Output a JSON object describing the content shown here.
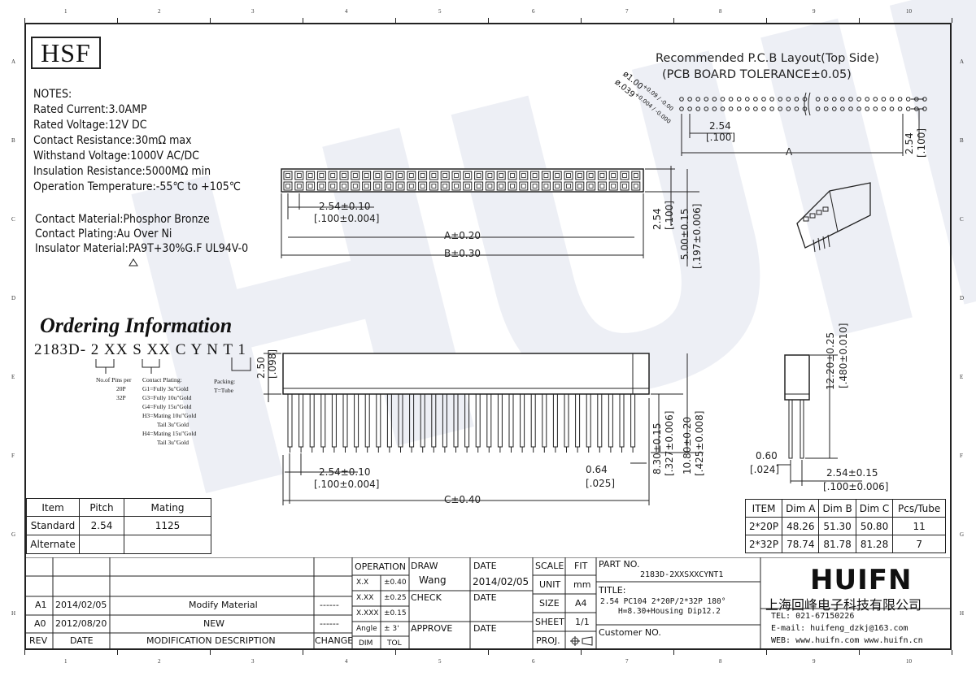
{
  "zones": {
    "numbers": [
      "1",
      "2",
      "3",
      "4",
      "5",
      "6",
      "7",
      "8",
      "9",
      "10"
    ],
    "letters": [
      "A",
      "B",
      "C",
      "D",
      "E",
      "F",
      "G",
      "H"
    ]
  },
  "brand_box": "HSF",
  "watermark": "HUIFN",
  "notes": [
    "NOTES:",
    "Rated Current:3.0AMP",
    "Rated Voltage:12V DC",
    "Contact Resistance:30mΩ  max",
    "Withstand Voltage:1000V AC/DC",
    "Insulation Resistance:5000MΩ  min",
    "Operation Temperature:-55℃  to  +105℃"
  ],
  "materials": [
    "Contact Material:Phosphor Bronze",
    "Contact Plating:Au Over Ni",
    "Insulator Material:PA9T+30%G.F  UL94V-0"
  ],
  "ordering": {
    "title": "Ordering Information",
    "code": "2183D- 2 XX S XX C Y N T 1",
    "pins_label": [
      "No.of Pins per",
      "20P",
      "32P"
    ],
    "plating_label": [
      "Contact Plating:",
      "G1=Fully 3u\"Gold",
      "G3=Fully 10u\"Gold",
      "G4=Fully 15u\"Gold",
      "H3=Mating 10u\"Gold",
      "Tail 3u\"Gold",
      "H4=Mating 15u\"Gold",
      "Tail 3u\"Gold"
    ],
    "packing_label": [
      "Packing:",
      "T=Tube"
    ]
  },
  "pcb": {
    "title": "Recommended P.C.B Layout(Top Side)",
    "subtitle": "(PCB BOARD TOLERANCE±0.05)",
    "hole1": "ø1.00",
    "hole1_tol": "+0.09 / -0.00",
    "hole2": "ø.039",
    "hole2_tol": "+0.004 / -0.000",
    "pitch": "2.54",
    "pitch_in": "[.100]",
    "dimA": "A",
    "row_pitch": "2.54",
    "row_pitch_in": "[.100]"
  },
  "top_view": {
    "pitch": "2.54±0.10",
    "pitch_in": "[.100±0.004]",
    "dimA": "A±0.20",
    "dimB": "B±0.30",
    "h1": "2.54",
    "h1_in": "[.100]",
    "h2": "5.00±0.15",
    "h2_in": "[.197±0.006]"
  },
  "front_view": {
    "housing_h": "2.50",
    "housing_h_in": "[.098]",
    "pitch": "2.54±0.10",
    "pitch_in": "[.100±0.004]",
    "pin_w": "0.64",
    "pin_w_in": "[.025]",
    "dimC": "C±0.40",
    "tail": "8.30±0.15",
    "tail_in": "[.327±0.006]",
    "total": "10.80±0.20",
    "total_in": "[.425±0.008]"
  },
  "side_view": {
    "height": "12.20±0.25",
    "height_in": "[.480±0.010]",
    "pin": "0.60",
    "pin_in": "[.024]",
    "pitch": "2.54±0.15",
    "pitch_in": "[.100±0.006]"
  },
  "pitch_table": {
    "headers": [
      "Item",
      "Pitch",
      "Mating"
    ],
    "rows": [
      [
        "Standard",
        "2.54",
        "1125"
      ],
      [
        "Alternate",
        "",
        ""
      ]
    ]
  },
  "dim_table": {
    "headers": [
      "ITEM",
      "Dim A",
      "Dim B",
      "Dim C",
      "Pcs/Tube"
    ],
    "rows": [
      [
        "2*20P",
        "48.26",
        "51.30",
        "50.80",
        "11"
      ],
      [
        "2*32P",
        "78.74",
        "81.78",
        "81.28",
        "7"
      ]
    ]
  },
  "revision": {
    "headers": [
      "REV",
      "DATE",
      "MODIFICATION  DESCRIPTION",
      "CHANGE"
    ],
    "rows": [
      [
        "A1",
        "2014/02/05",
        "Modify Material",
        "------"
      ],
      [
        "A0",
        "2012/08/20",
        "NEW",
        "------"
      ]
    ]
  },
  "title_block": {
    "operation": "OPERATION",
    "tolerances": [
      [
        "X.X",
        "±0.40"
      ],
      [
        "X.XX",
        "±0.25"
      ],
      [
        "X.XXX",
        "±0.15"
      ],
      [
        "Angle",
        "±  3'"
      ]
    ],
    "dim": "DIM",
    "tol": "TOL",
    "draw": "DRAW",
    "drawer": "Wang",
    "check": "CHECK",
    "approve": "APPROVE",
    "date_label": "DATE",
    "date_value": "2014/02/05",
    "scale": "SCALE",
    "fit": "FIT",
    "unit": "UNIT",
    "unit_value": "mm",
    "size": "SIZE",
    "size_value": "A4",
    "sheet": "SHEET",
    "sheet_value": "1/1",
    "proj": "PROJ.",
    "part_no_label": "PART  NO.",
    "part_no": "2183D-2XXSXXCYNT1",
    "title_label": "TITLE:",
    "title_line1": "2.54  PC104  2*20P/2*32P  180°",
    "title_line2": "H=8.30+Housing  Dip12.2",
    "customer": "Customer  NO.",
    "company_logo": "HUIFN",
    "company_cn": "上海回峰电子科技有限公司",
    "tel": "TEL:  021-67150226",
    "email": "E-mail:  huifeng_dzkj@163.com",
    "web": "WEB:  www.huifn.com   www.huifn.cn"
  }
}
